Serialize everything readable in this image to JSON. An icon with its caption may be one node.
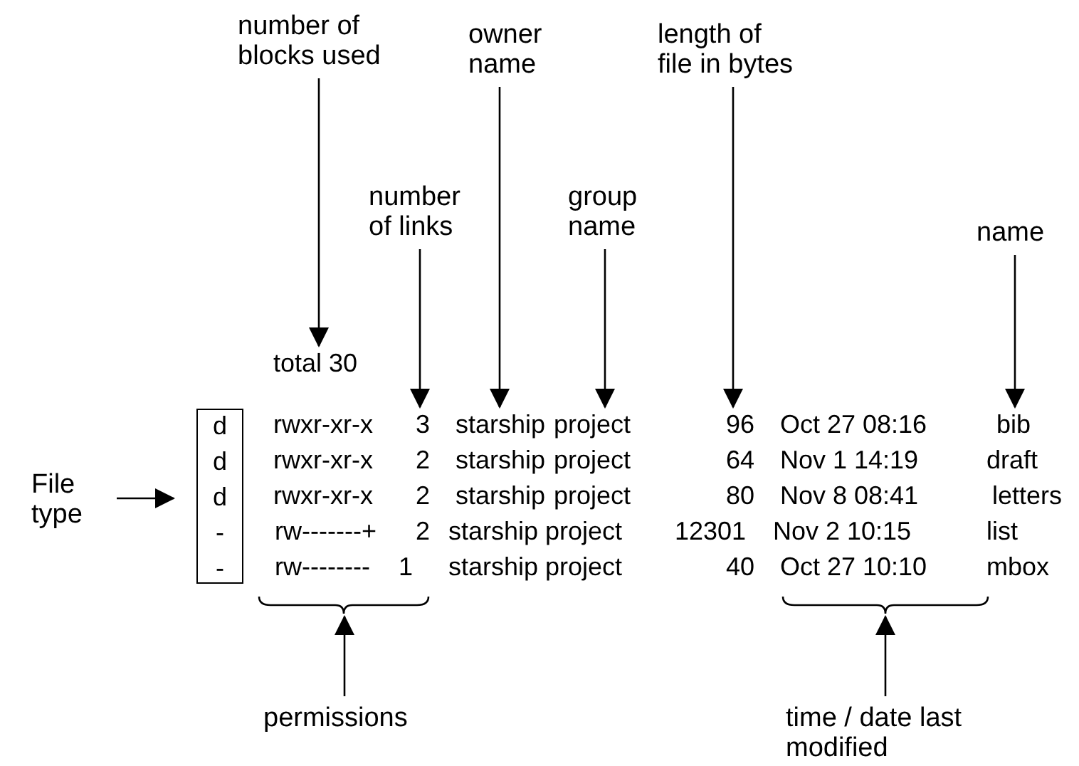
{
  "diagram": {
    "nodes": [
      {
        "text": [
          "number of blocks used"
        ]
      },
      {
        "text": [
          "total 30"
        ]
      },
      {
        "text": [
          "number of links"
        ]
      },
      {
        "text": [
          "owner name"
        ]
      },
      {
        "text": [
          "group name"
        ]
      },
      {
        "text": [
          "length of file in bytes"
        ]
      },
      {
        "text": [
          "name"
        ]
      },
      {
        "text": [
          "3"
        ]
      },
      {
        "text": [
          "starship"
        ]
      },
      {
        "text": [
          "project"
        ]
      },
      {
        "text": [
          "96"
        ]
      },
      {
        "text": [
          "bib"
        ]
      },
      {
        "text": [
          "File type"
        ]
      },
      {
        "text": [
          "d",
          "d",
          "d",
          "-",
          "-"
        ]
      },
      {
        "text": [
          "permissions"
        ]
      },
      {
        "text": [
          "time / date last modified"
        ]
      },
      {
        "text": [],
        "shape": "brace"
      },
      {
        "text": [],
        "shape": "brace"
      }
    ],
    "edges": [
      {
        "from": 0,
        "to": 1,
        "arrow": "to"
      },
      {
        "from": 2,
        "to": 7,
        "arrow": "to"
      },
      {
        "from": 3,
        "to": 8,
        "arrow": "to"
      },
      {
        "from": 4,
        "to": 9,
        "arrow": "to"
      },
      {
        "from": 5,
        "to": 10,
        "arrow": "to"
      },
      {
        "from": 6,
        "to": 11,
        "arrow": "to"
      },
      {
        "from": 12,
        "to": 13,
        "arrow": "to"
      },
      {
        "from": 14,
        "to": 16,
        "arrow": "to"
      },
      {
        "from": 15,
        "to": 17,
        "arrow": "to"
      }
    ],
    "labels": [
      "rwxr-xr-x",
      "Oct 27 08:16",
      "rwxr-xr-x",
      "2",
      "starship",
      "project",
      "64",
      "Nov 1 14:19",
      "draft",
      "rwxr-xr-x",
      "2",
      "starship",
      "project",
      "80",
      "Nov 8 08:41",
      "letters",
      "rw-------+",
      "2",
      "starship",
      "project",
      "12301",
      "Nov 2 10:15",
      "list",
      "rw--------",
      "1",
      "starship",
      "project",
      "40",
      "Oct 27 10:10",
      "mbox"
    ]
  }
}
